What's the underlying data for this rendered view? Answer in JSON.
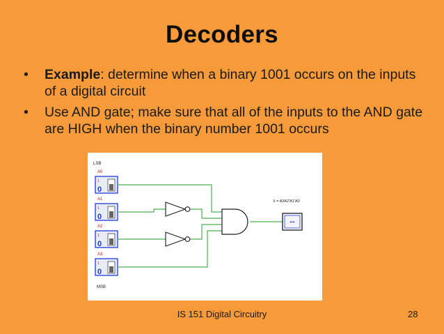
{
  "slide": {
    "title": "Decoders",
    "bullets": [
      {
        "bold": "Example",
        "text": ": determine when a binary 1001 occurs on the inputs of a digital circuit"
      },
      {
        "bold": "",
        "text": "Use AND gate; make sure that all of the inputs to the AND gate are HIGH when the binary number 1001 occurs"
      }
    ]
  },
  "circuit": {
    "lsb_label": "LSB",
    "msb_label": "MSB",
    "inputs": [
      {
        "name": "A0",
        "value": "0"
      },
      {
        "name": "A1",
        "value": "0"
      },
      {
        "name": "A2",
        "value": "0"
      },
      {
        "name": "A3",
        "value": "0"
      }
    ],
    "output_expression": "X = A3A2'A1'A0",
    "display_value": "--",
    "wire_color": "#4caf50",
    "switch_color": "#1e3ad6"
  },
  "footer": {
    "course": "IS 151 Digital Circuitry",
    "page": "28"
  }
}
